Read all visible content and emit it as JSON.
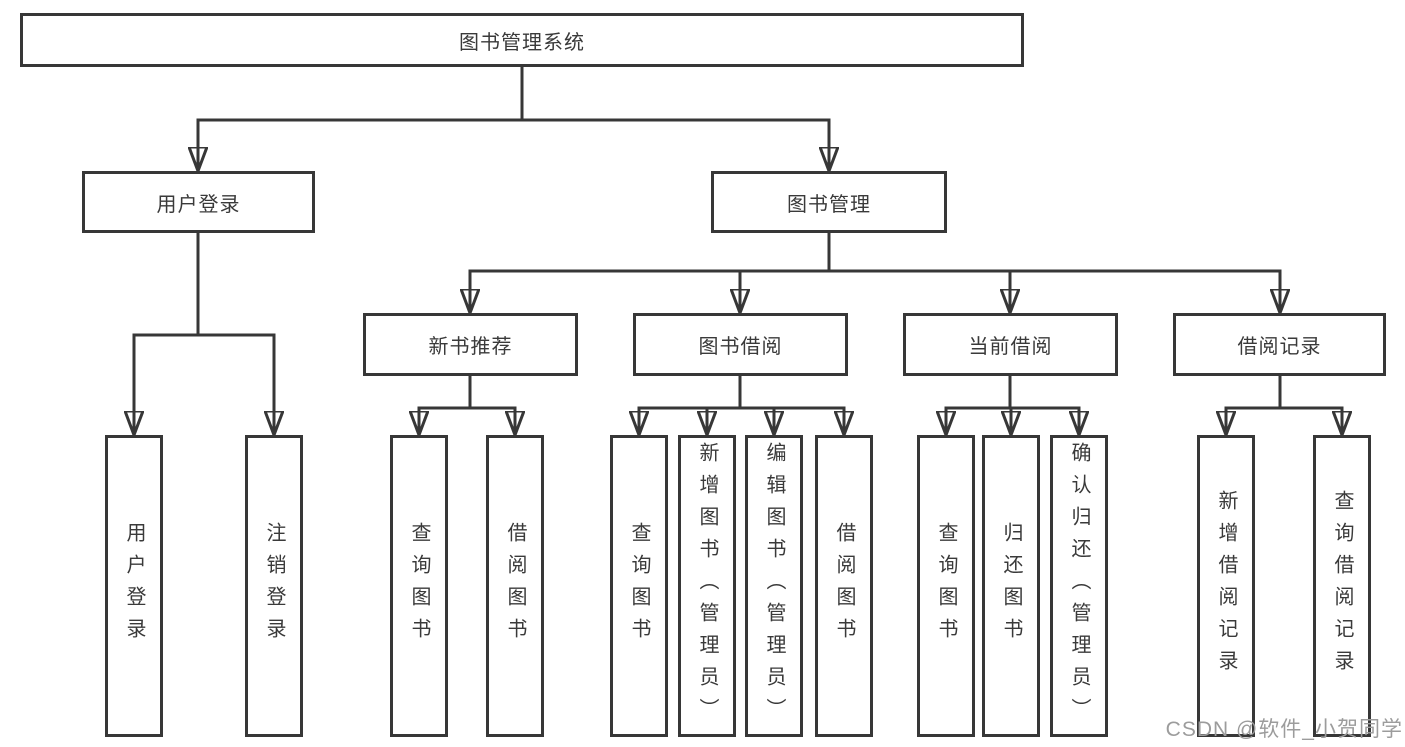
{
  "watermark": "CSDN @软件_小贺同学",
  "colors": {
    "line": "#373737",
    "text": "#3a3a3a",
    "watermark_text": "#9c9c9c",
    "background": "#ffffff"
  },
  "tree": {
    "label": "图书管理系统",
    "children": [
      {
        "label": "用户登录",
        "children": [
          {
            "label": "用户登录"
          },
          {
            "label": "注销登录"
          }
        ]
      },
      {
        "label": "图书管理",
        "children": [
          {
            "label": "新书推荐",
            "children": [
              {
                "label": "查询图书"
              },
              {
                "label": "借阅图书"
              }
            ]
          },
          {
            "label": "图书借阅",
            "children": [
              {
                "label": "查询图书"
              },
              {
                "label": "新增图书（管理员）"
              },
              {
                "label": "编辑图书（管理员）"
              },
              {
                "label": "借阅图书"
              }
            ]
          },
          {
            "label": "当前借阅",
            "children": [
              {
                "label": "查询图书"
              },
              {
                "label": "归还图书"
              },
              {
                "label": "确认归还（管理员）"
              }
            ]
          },
          {
            "label": "借阅记录",
            "children": [
              {
                "label": "新增借阅记录"
              },
              {
                "label": "查询借阅记录"
              }
            ]
          }
        ]
      }
    ]
  }
}
